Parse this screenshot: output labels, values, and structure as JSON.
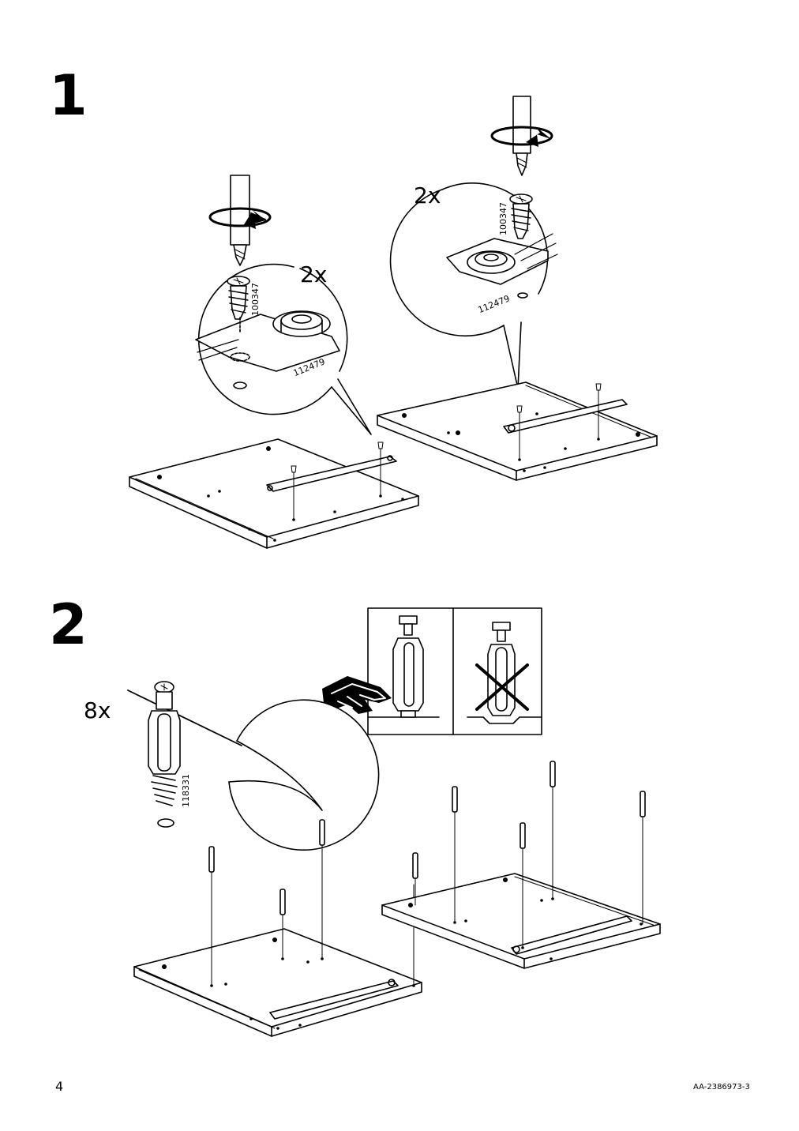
{
  "steps": [
    {
      "number": "1",
      "callouts": [
        {
          "qty": "2x",
          "screw_part": "100347",
          "bracket_part": "112479"
        },
        {
          "qty": "2x",
          "screw_part": "100347",
          "bracket_part": "112479"
        }
      ]
    },
    {
      "number": "2",
      "callouts": [
        {
          "qty": "8x",
          "dowel_part": "118331"
        }
      ]
    }
  ],
  "footer": {
    "page_number": "4",
    "doc_id": "AA-2386973-3"
  }
}
